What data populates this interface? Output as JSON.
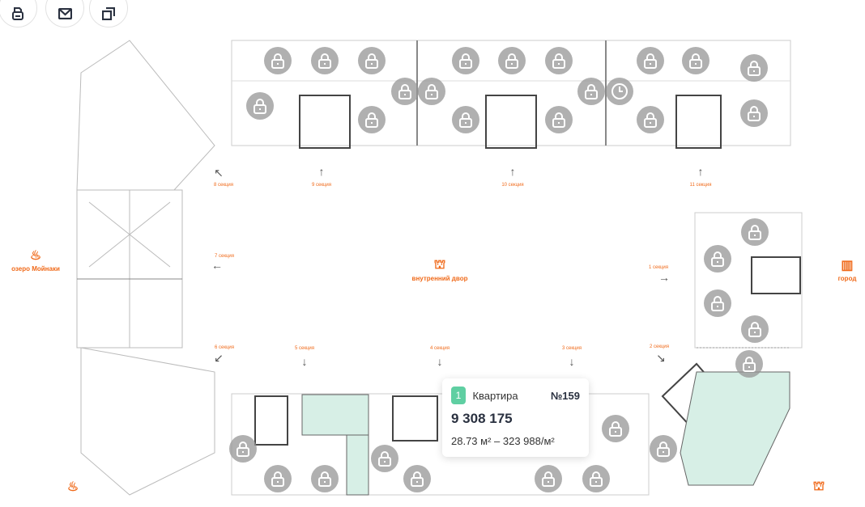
{
  "toolbar": {
    "print_icon": "printer-icon",
    "mail_icon": "mail-icon",
    "copy_icon": "copy-icon"
  },
  "places": {
    "lake": "озеро Мойнаки",
    "yard": "внутренний двор",
    "city": "город"
  },
  "sections": {
    "s1": "1 секция",
    "s2": "2 секция",
    "s3": "3 секция",
    "s4": "4 секция",
    "s5": "5 секция",
    "s6": "6 секция",
    "s7": "7 секция",
    "s8": "8 секция",
    "s9": "9 секция",
    "s10": "10 секция",
    "s11": "11 секция"
  },
  "tooltip": {
    "rooms": "1",
    "type": "Квартира",
    "number": "№159",
    "price": "9 308 175",
    "details": "28.73 м² – 323 988/м²"
  },
  "colors": {
    "accent": "#f06a1a",
    "available": "#d7efe6",
    "badge": "#5fcfa2",
    "lock": "#969696"
  }
}
